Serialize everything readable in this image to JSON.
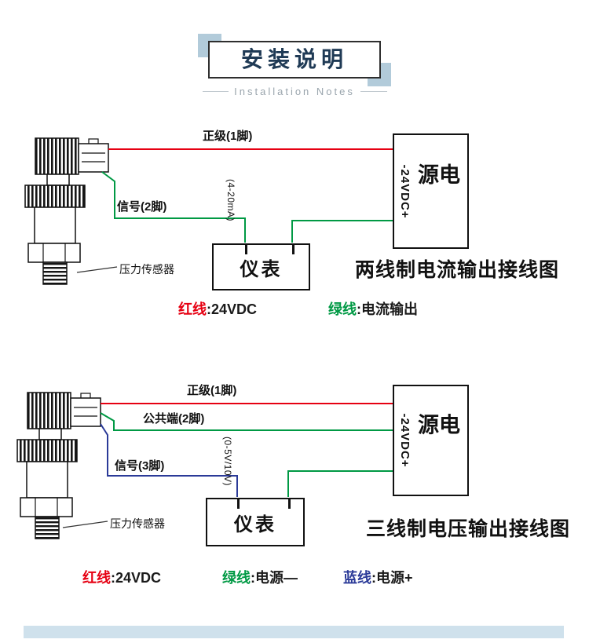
{
  "header": {
    "title": "安装说明",
    "subtitle": "Installation Notes"
  },
  "colors": {
    "red_wire": "#e60012",
    "green_wire": "#009944",
    "blue_wire": "#2b3a98",
    "accent_square": "#b2cbda",
    "bottom_bar": "#cfe1ec"
  },
  "diagram1": {
    "caption": "两线制电流输出接线图",
    "sensor_label": "压力传感器",
    "label_positive": "正级(1脚)",
    "label_signal": "信号(2脚)",
    "label_range": "(4-20mA)",
    "meter_label": "仪表",
    "power_label": "电源",
    "power_terminal": "-24VDC+",
    "legend": [
      {
        "name": "红线",
        "value": ":24VDC"
      },
      {
        "name": "绿线",
        "value": ":电流输出"
      }
    ]
  },
  "diagram2": {
    "caption": "三线制电压输出接线图",
    "sensor_label": "压力传感器",
    "label_positive": "正级(1脚)",
    "label_common": "公共端(2脚)",
    "label_signal": "信号(3脚)",
    "label_range": "(0-5V/10V)",
    "meter_label": "仪表",
    "power_label": "电源",
    "power_terminal": "-24VDC+",
    "legend": [
      {
        "name": "红线",
        "value": ":24VDC"
      },
      {
        "name": "绿线",
        "value": ":电源—"
      },
      {
        "name": "蓝线",
        "value": ":电源+"
      }
    ]
  }
}
